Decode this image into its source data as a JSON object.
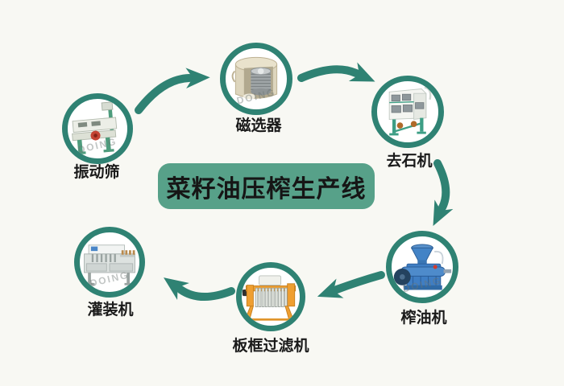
{
  "background_color": "#f8f8f3",
  "accent_color": "#2f8273",
  "title": {
    "label": "菜籽油压榨生产线",
    "bg_color": "#57a189",
    "text_color": "#161616"
  },
  "watermark": "DOING",
  "nodes": [
    {
      "id": "vibrating-screen",
      "label": "振动筛",
      "icon": "vibrating-screen-icon"
    },
    {
      "id": "magnetic-separator",
      "label": "磁选器",
      "icon": "magnetic-separator-icon"
    },
    {
      "id": "destoner",
      "label": "去石机",
      "icon": "destoner-icon"
    },
    {
      "id": "oil-press",
      "label": "榨油机",
      "icon": "oil-press-icon"
    },
    {
      "id": "filter-press",
      "label": "板框过滤机",
      "icon": "filter-press-icon"
    },
    {
      "id": "filling-machine",
      "label": "灌装机",
      "icon": "filling-machine-icon"
    }
  ],
  "arrows": [
    {
      "from": "vibrating-screen",
      "to": "magnetic-separator"
    },
    {
      "from": "magnetic-separator",
      "to": "destoner"
    },
    {
      "from": "destoner",
      "to": "oil-press"
    },
    {
      "from": "oil-press",
      "to": "filter-press"
    },
    {
      "from": "filter-press",
      "to": "filling-machine"
    }
  ]
}
